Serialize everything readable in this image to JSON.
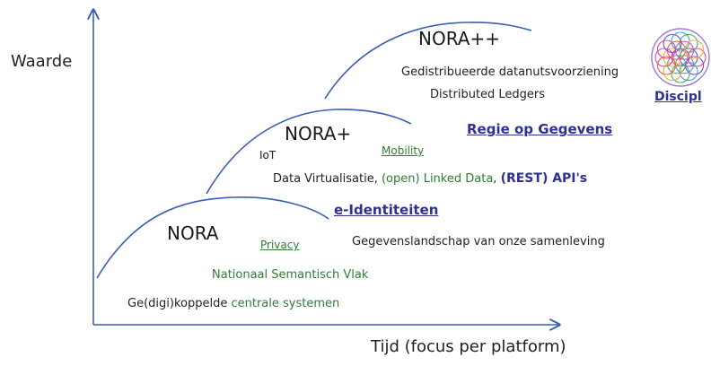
{
  "axes": {
    "y_label": "Waarde",
    "x_label": "Tijd (focus per platform)"
  },
  "stages": [
    {
      "name": "NORA"
    },
    {
      "name": "NORA+"
    },
    {
      "name": "NORA++"
    }
  ],
  "nora": {
    "privacy": "Privacy",
    "semantic": "Nationaal Semantisch Vlak",
    "systems_prefix": "Ge(digi)koppelde ",
    "systems_suffix": "centrale systemen"
  },
  "nora_plus": {
    "iot": "IoT",
    "mobility": "Mobility",
    "virtual_prefix": "Data Virtualisatie, ",
    "virtual_linked": "(open) Linked Data",
    "virtual_comma": ", ",
    "virtual_api": "(REST) API's"
  },
  "nora_plusplus": {
    "distributed_supply": "Gedistribueerde datanutsvoorziening",
    "ledgers": "Distributed Ledgers"
  },
  "callouts": {
    "e_identity": "e-Identiteiten",
    "landscape": "Gegevenslandschap van onze samenleving",
    "regie": "Regie op Gegevens",
    "discipl": "Discipl"
  },
  "colors": {
    "curve": "#3a5fae",
    "axis": "#3a5fae",
    "green": "#2e7d32",
    "link_navy": "#2e3192"
  }
}
